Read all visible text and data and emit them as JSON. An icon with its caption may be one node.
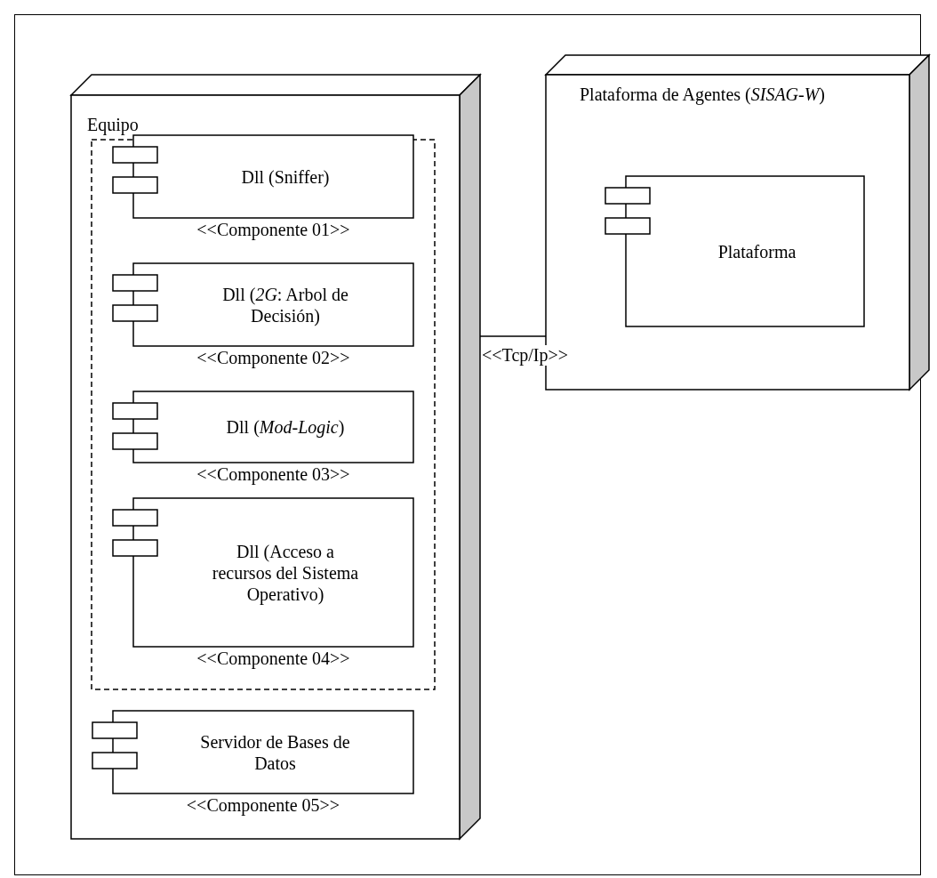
{
  "diagram": {
    "nodes": [
      {
        "text": [
          "Equipo"
        ]
      },
      {
        "text": [],
        "shape": "box",
        "in": 0
      },
      {
        "text": [
          "Dll (Sniffer)"
        ],
        "in": 1,
        "beside": [
          "<<Componente 01>>"
        ]
      },
      {
        "text": [
          "Dll (*2G*: Arbol de Decisión)"
        ],
        "in": 1,
        "beside": [
          "<<Componente 02>>"
        ]
      },
      {
        "text": [
          "Dll (*Mod-Logic*)"
        ],
        "in": 1,
        "beside": [
          "<<Componente 03>>"
        ]
      },
      {
        "text": [
          "Dll (Acceso a recursos del Sistema Operativo)"
        ],
        "in": 1,
        "beside": [
          "<<Componente 04>>"
        ]
      },
      {
        "text": [
          "Servidor de Bases de Datos"
        ],
        "in": 0,
        "beside": [
          "<<Componente 05>>"
        ]
      },
      {
        "text": [
          "Plataforma de Agentes (*SISAG-W*)"
        ]
      },
      {
        "text": [
          "Plataforma"
        ],
        "in": 7
      }
    ],
    "edges": [
      {
        "from": 0,
        "to": 7,
        "arrow": "none",
        "label": "<<Tcp/Ip>>"
      }
    ]
  }
}
